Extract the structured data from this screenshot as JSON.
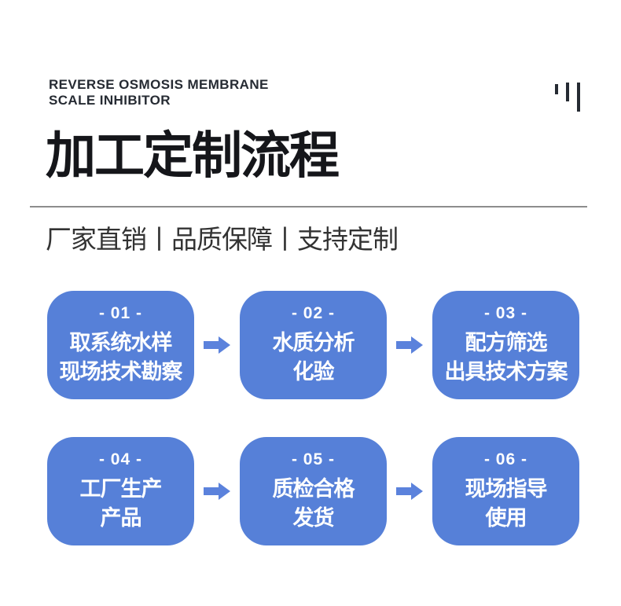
{
  "header": {
    "tagline_line1": "REVERSE OSMOSIS MEMBRANE",
    "tagline_line2": "SCALE INHIBITOR",
    "title": "加工定制流程",
    "subtitle": "厂家直销丨品质保障丨支持定制",
    "quote_icon": "three-vertical-bars-icon"
  },
  "steps": [
    {
      "number": "- 01 -",
      "line1": "取系统水样",
      "line2": "现场技术勘察"
    },
    {
      "number": "- 02 -",
      "line1": "水质分析",
      "line2": "化验"
    },
    {
      "number": "- 03 -",
      "line1": "配方筛选",
      "line2": "出具技术方案"
    },
    {
      "number": "- 04 -",
      "line1": "工厂生产",
      "line2": "产品"
    },
    {
      "number": "- 05 -",
      "line1": "质检合格",
      "line2": "发货"
    },
    {
      "number": "- 06 -",
      "line1": "现场指导",
      "line2": "使用"
    }
  ],
  "colors": {
    "box_blue": "#5680d8",
    "arrow_blue": "#5b82dc",
    "heading_dark": "#15161a",
    "tagline_dark": "#262b33",
    "subtitle_dark": "#333333",
    "divider_gray": "#8d8d8d",
    "step_text_white": "#ffffff"
  }
}
